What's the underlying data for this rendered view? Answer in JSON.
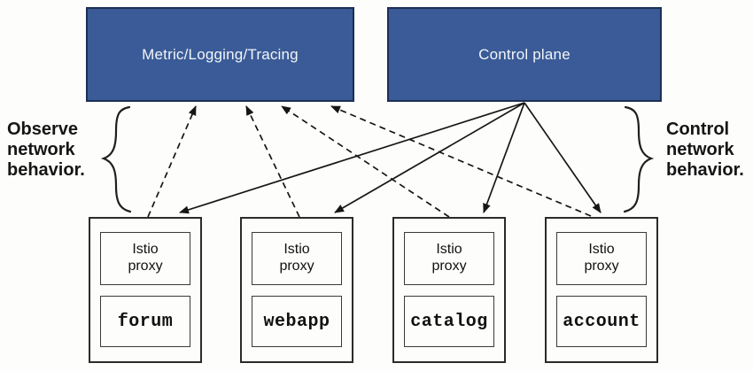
{
  "top_nodes": {
    "metric": {
      "label": "Metric/Logging/Tracing"
    },
    "control": {
      "label": "Control plane"
    }
  },
  "annotations": {
    "observe": "Observe\nnetwork\nbehavior.",
    "control": "Control\nnetwork\nbehavior."
  },
  "proxy_label": "Istio\nproxy",
  "services": [
    {
      "name": "forum"
    },
    {
      "name": "webapp"
    },
    {
      "name": "catalog"
    },
    {
      "name": "account"
    }
  ],
  "edges": {
    "observe": {
      "style": "dashed",
      "from": "each Istio proxy",
      "to": "Metric/Logging/Tracing"
    },
    "control": {
      "style": "solid",
      "from": "Control plane",
      "to": "each Istio proxy"
    }
  },
  "palette": {
    "node_blue": "#3a5b97",
    "node_blue_border": "#1c2f55",
    "line_color": "#161616",
    "background": "#fdfdfb"
  }
}
